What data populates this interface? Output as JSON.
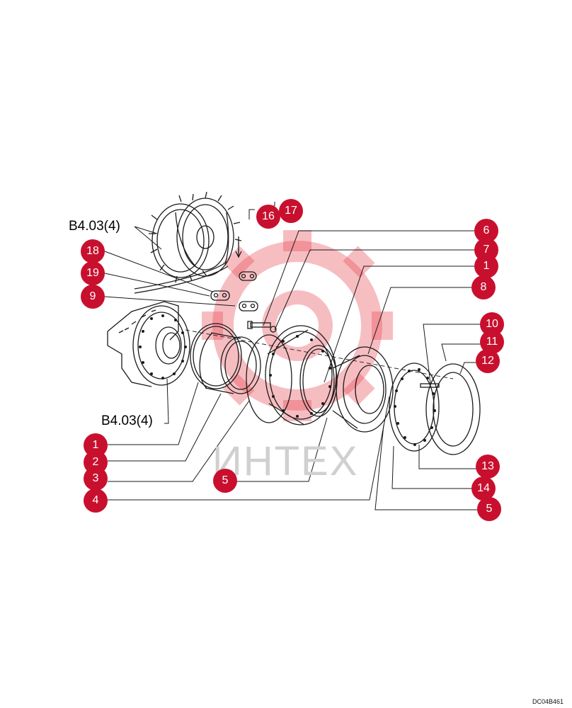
{
  "refs": {
    "top": "B4.03(4)",
    "bottom": "B4.03(4)"
  },
  "watermark": {
    "text": "ИНТЕХ",
    "color": "#e8454f"
  },
  "drawing_code": "DC04B461",
  "badge_color": "#c8102e",
  "callouts": [
    {
      "id": "c16",
      "label": "16"
    },
    {
      "id": "c17",
      "label": "17"
    },
    {
      "id": "c18",
      "label": "18"
    },
    {
      "id": "c19",
      "label": "19"
    },
    {
      "id": "c9",
      "label": "9"
    },
    {
      "id": "c6",
      "label": "6"
    },
    {
      "id": "c7",
      "label": "7"
    },
    {
      "id": "c1a",
      "label": "1"
    },
    {
      "id": "c8",
      "label": "8"
    },
    {
      "id": "c10",
      "label": "10"
    },
    {
      "id": "c11",
      "label": "11"
    },
    {
      "id": "c12",
      "label": "12"
    },
    {
      "id": "c1b",
      "label": "1"
    },
    {
      "id": "c2",
      "label": "2"
    },
    {
      "id": "c3",
      "label": "3"
    },
    {
      "id": "c4",
      "label": "4"
    },
    {
      "id": "c5a",
      "label": "5"
    },
    {
      "id": "c13",
      "label": "13"
    },
    {
      "id": "c14",
      "label": "14"
    },
    {
      "id": "c5b",
      "label": "5"
    }
  ]
}
